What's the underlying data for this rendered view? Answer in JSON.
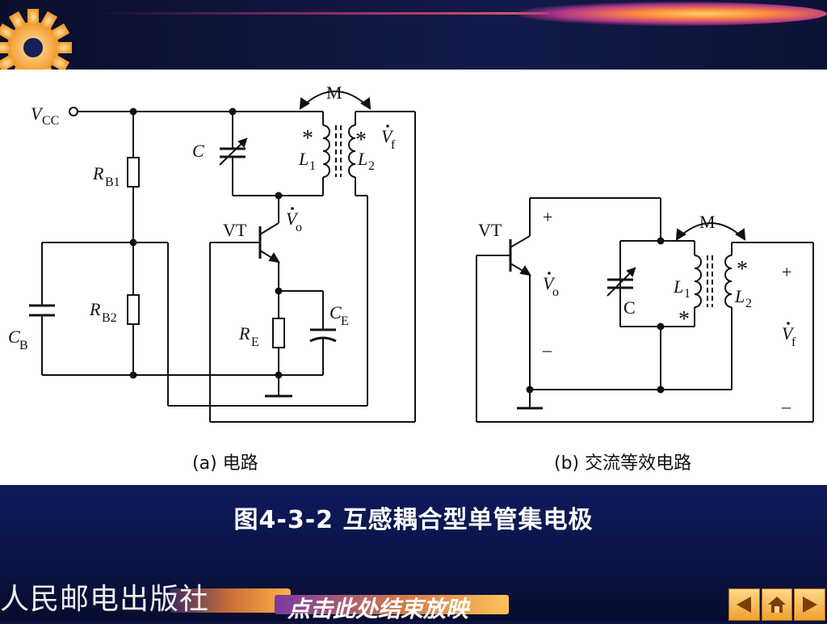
{
  "circuit_a": {
    "vcc": "V",
    "vcc_sub": "CC",
    "rb1": "R",
    "rb1_sub": "B1",
    "rb2": "R",
    "rb2_sub": "B2",
    "cb": "C",
    "cb_sub": "B",
    "c": "C",
    "l1": "L",
    "l1_sub": "1",
    "l2": "L",
    "l2_sub": "2",
    "m": "M",
    "vt": "VT",
    "vo": "V",
    "vo_sub": "o",
    "vf": "V",
    "vf_sub": "f",
    "re": "R",
    "re_sub": "E",
    "ce": "C",
    "ce_sub": "E",
    "star": "*",
    "caption": "(a) 电路"
  },
  "circuit_b": {
    "vt": "VT",
    "plus": "+",
    "minus": "–",
    "vo": "V",
    "vo_sub": "o",
    "c": "C",
    "l1": "L",
    "l1_sub": "1",
    "l2": "L",
    "l2_sub": "2",
    "m": "M",
    "vf": "V",
    "vf_sub": "f",
    "star": "*",
    "caption": "(b) 交流等效电路"
  },
  "figure_title": "图4-3-2  互感耦合型单管集电极",
  "publisher": "人民邮电出版社",
  "end_show": "点击此处结束放映",
  "colors": {
    "accent": "#f5a623",
    "background": "#0b1447",
    "streak": "#ff8a3c"
  },
  "icons": [
    "gear-icon",
    "prev-arrow-icon",
    "home-icon",
    "next-arrow-icon"
  ]
}
